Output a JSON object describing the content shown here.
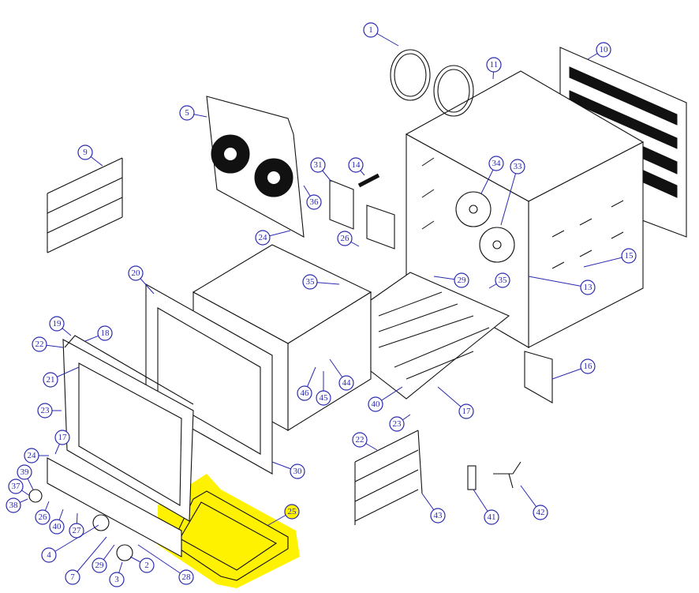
{
  "diagram": {
    "type": "exploded-parts-diagram",
    "highlight_color": "#FFF200",
    "callout_color": "#2A2AB0",
    "highlighted_part": "25",
    "callouts": [
      "1",
      "10",
      "11",
      "5",
      "9",
      "31",
      "14",
      "34",
      "33",
      "36",
      "26",
      "24",
      "15",
      "20",
      "35",
      "29",
      "35",
      "13",
      "19",
      "18",
      "22",
      "21",
      "16",
      "44",
      "46",
      "45",
      "40",
      "23",
      "17",
      "23",
      "17",
      "22",
      "24",
      "30",
      "39",
      "37",
      "38",
      "26",
      "40",
      "27",
      "25",
      "43",
      "41",
      "42",
      "4",
      "7",
      "29",
      "2",
      "3",
      "28"
    ]
  }
}
